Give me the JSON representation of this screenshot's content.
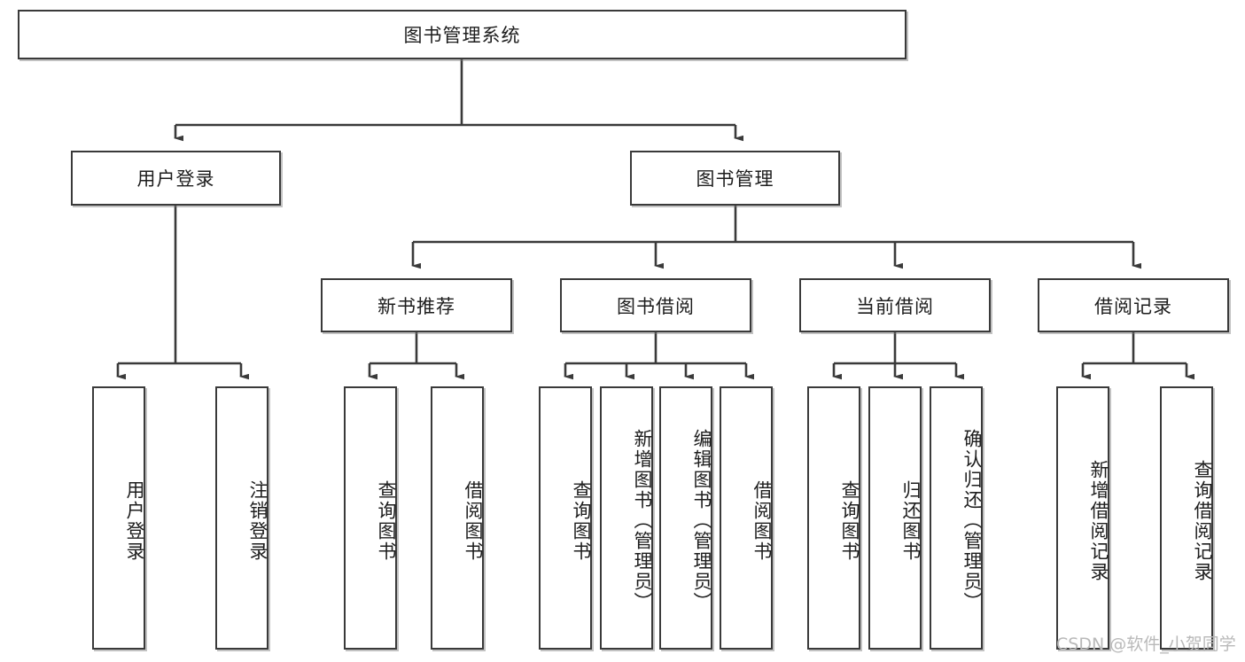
{
  "diagram": {
    "title_node": {
      "label": "图书管理系统"
    },
    "level2": [
      {
        "label": "用户登录"
      },
      {
        "label": "图书管理"
      }
    ],
    "level3": [
      {
        "label": "新书推荐"
      },
      {
        "label": "图书借阅"
      },
      {
        "label": "当前借阅"
      },
      {
        "label": "借阅记录"
      }
    ],
    "leaves": {
      "user_login": [
        {
          "label": "用户登录"
        },
        {
          "label": "注销登录"
        }
      ],
      "new_book_recommend": [
        {
          "label": "查询图书"
        },
        {
          "label": "借阅图书"
        }
      ],
      "book_borrow": [
        {
          "label": "查询图书"
        },
        {
          "label": "新增图书（管理员）"
        },
        {
          "label": "编辑图书（管理员）"
        },
        {
          "label": "借阅图书"
        }
      ],
      "current_borrow": [
        {
          "label": "查询图书"
        },
        {
          "label": "归还图书"
        },
        {
          "label": "确认归还（管理员）"
        }
      ],
      "borrow_record": [
        {
          "label": "新增借阅记录"
        },
        {
          "label": "查询借阅记录"
        }
      ]
    }
  },
  "watermark": {
    "text": "CSDN @软件_小贺同学"
  },
  "colors": {
    "border": "#3a3a3a",
    "text": "#1d1d1d",
    "background": "#ffffff",
    "edge": "#3a3a3a",
    "watermark": "#b9b9b9"
  }
}
